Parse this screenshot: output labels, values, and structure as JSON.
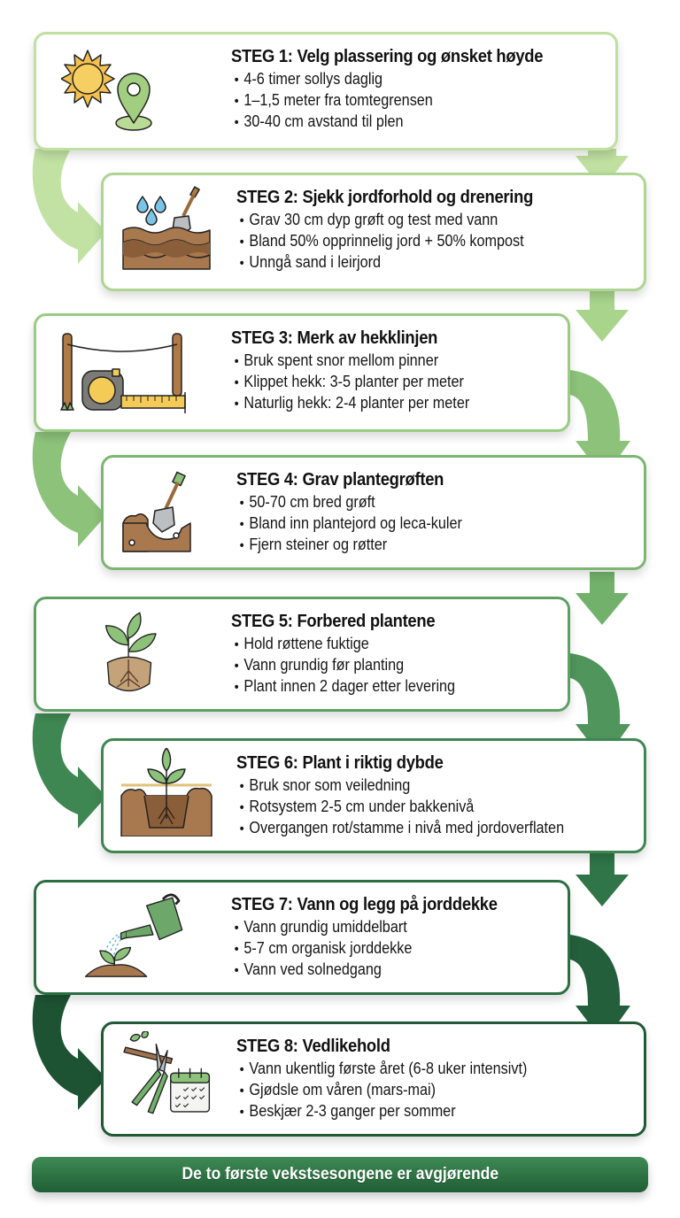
{
  "steps": [
    {
      "title": "STEG 1: Velg plassering og ønsket høyde",
      "bullets": [
        "4-6 timer sollys daglig",
        "1–1,5 meter fra tomtegrensen",
        "30-40 cm avstand til plen"
      ],
      "icon": "sun-and-location-pin-icon",
      "border_color": "#bfe0a0"
    },
    {
      "title": "STEG 2: Sjekk jordforhold og drenering",
      "bullets": [
        "Grav 30 cm dyp grøft og test med vann",
        "Bland 50% opprinnelig jord + 50% kompost",
        "Unngå sand i leirjord"
      ],
      "icon": "soil-layers-shovel-water-drops-icon",
      "border_color": "#aed592"
    },
    {
      "title": "STEG 3: Merk av hekklinjen",
      "bullets": [
        "Bruk spent snor mellom pinner",
        "Klippet hekk: 3-5 planter per meter",
        "Naturlig hekk: 2-4 planter per meter"
      ],
      "icon": "stakes-string-measuring-tape-icon",
      "border_color": "#9acb83"
    },
    {
      "title": "STEG 4: Grav plantegrøften",
      "bullets": [
        "50-70 cm bred grøft",
        "Bland inn plantejord og leca-kuler",
        "Fjern steiner og røtter"
      ],
      "icon": "shovel-digging-trench-icon",
      "border_color": "#7cb771"
    },
    {
      "title": "STEG 5: Forbered plantene",
      "bullets": [
        "Hold røttene fuktige",
        "Vann grundig før planting",
        "Plant innen 2 dager etter levering"
      ],
      "icon": "seedling-root-ball-icon",
      "border_color": "#5ea063"
    },
    {
      "title": "STEG 6: Plant i riktig dybde",
      "bullets": [
        "Bruk snor som veiledning",
        "Rotsystem 2-5 cm under bakkenivå",
        "Overgangen rot/stamme i nivå med jordoverflaten"
      ],
      "icon": "plant-in-soil-depth-icon",
      "border_color": "#3f8752"
    },
    {
      "title": "STEG 7: Vann og legg på jorddekke",
      "bullets": [
        "Vann grundig umiddelbart",
        "5-7 cm organisk jorddekke",
        "Vann ved solnedgang"
      ],
      "icon": "watering-can-seedling-mulch-icon",
      "border_color": "#2b6e42"
    },
    {
      "title": "STEG 8: Vedlikehold",
      "bullets": [
        "Vann ukentlig første året (6-8 uker intensivt)",
        "Gjødsle om våren (mars-mai)",
        "Beskjær 2-3 ganger per sommer"
      ],
      "icon": "pruning-shears-calendar-icon",
      "border_color": "#1f5a35"
    }
  ],
  "footer": {
    "text": "De to første vekstsesongene er avgjørende",
    "color": "#2a6e40"
  },
  "colors": {
    "arrow_gradient": [
      "#c2e2a4",
      "#a8d48c",
      "#8cc27a",
      "#72b16b",
      "#4f955c",
      "#3a7f4e",
      "#2a6b41",
      "#1d5333"
    ]
  }
}
